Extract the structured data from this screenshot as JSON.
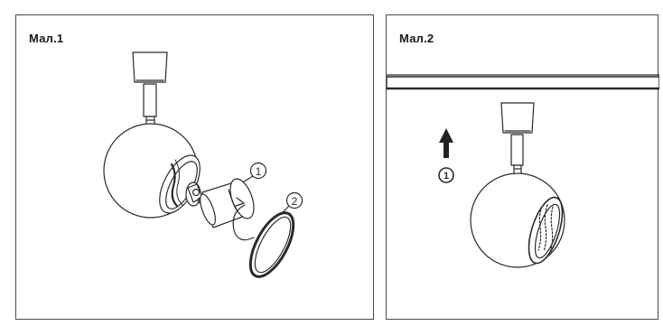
{
  "figure_1": {
    "title": "Мал.1",
    "callout_1": "1",
    "callout_2": "2"
  },
  "figure_2": {
    "title": "Мал.2",
    "callout_1": "1"
  },
  "colors": {
    "line": "#2a2a2a",
    "border": "#4a4a4a",
    "background": "#ffffff"
  }
}
